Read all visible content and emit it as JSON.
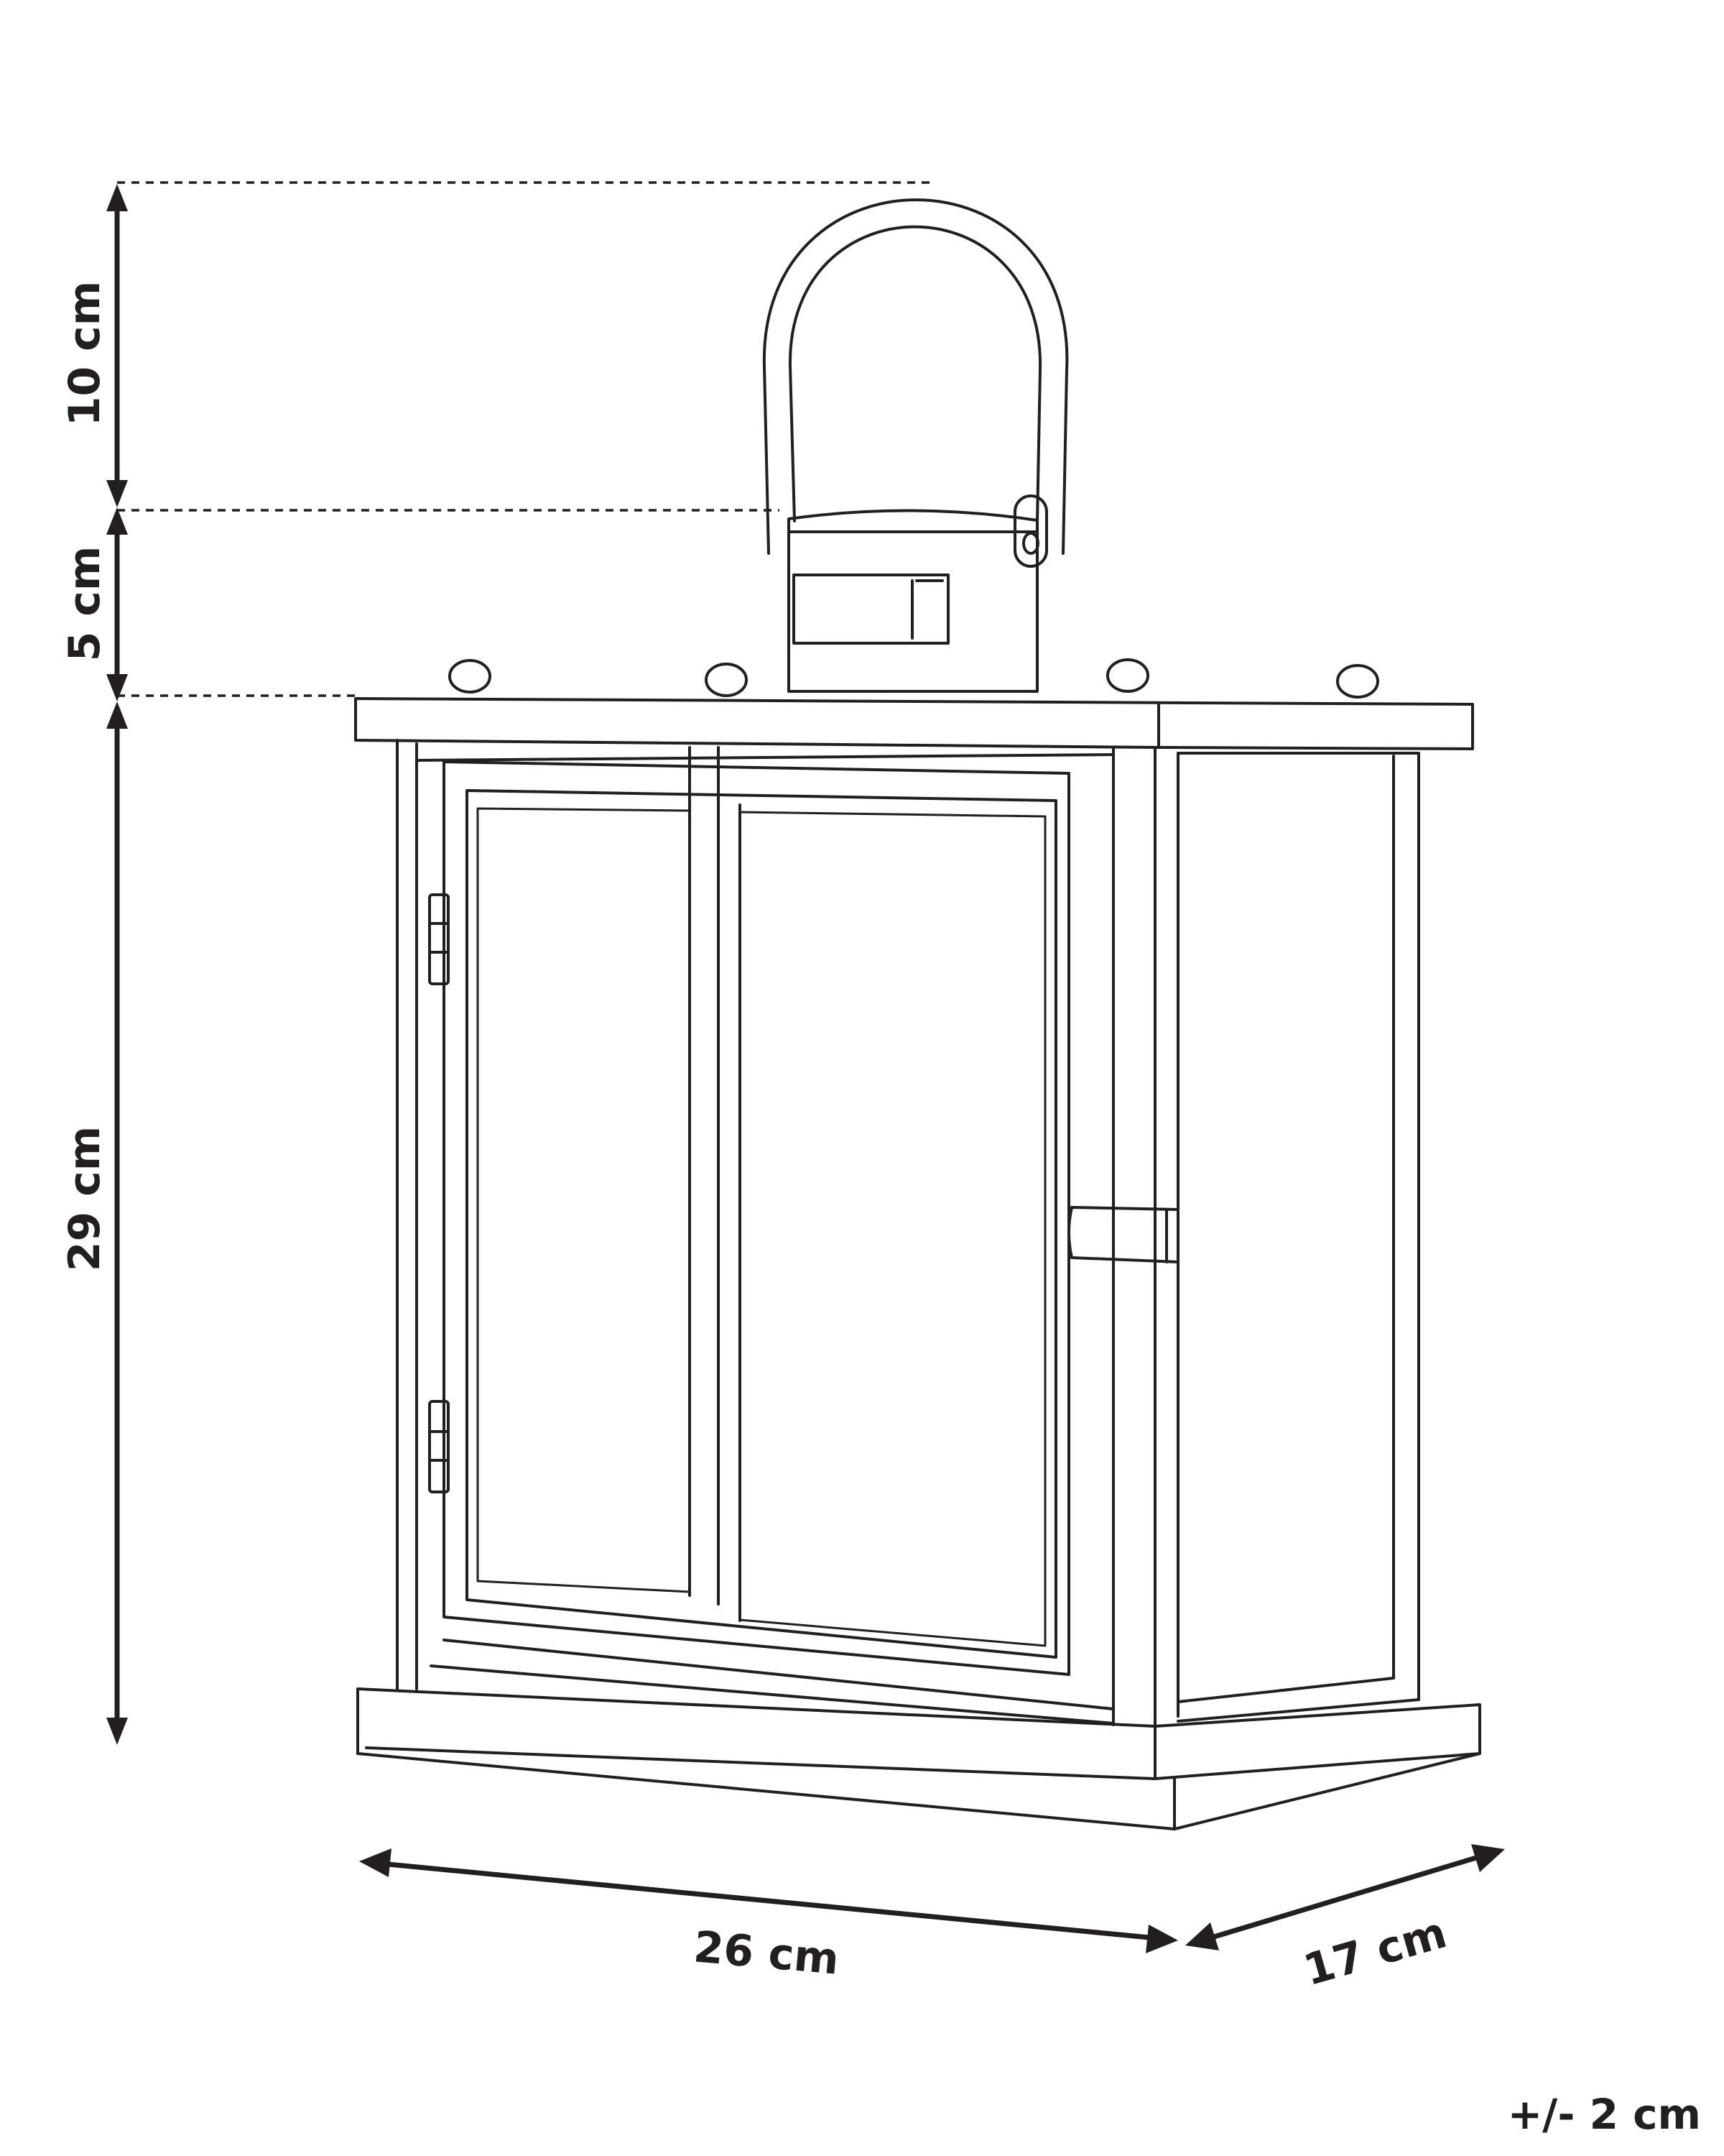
{
  "dimensions": {
    "handle_height": "10 cm",
    "cap_height": "5 cm",
    "body_height": "29 cm",
    "width": "26 cm",
    "depth": "17 cm",
    "tolerance": "+/- 2 cm"
  },
  "colors": {
    "line": "#231f20",
    "background": "#ffffff"
  }
}
